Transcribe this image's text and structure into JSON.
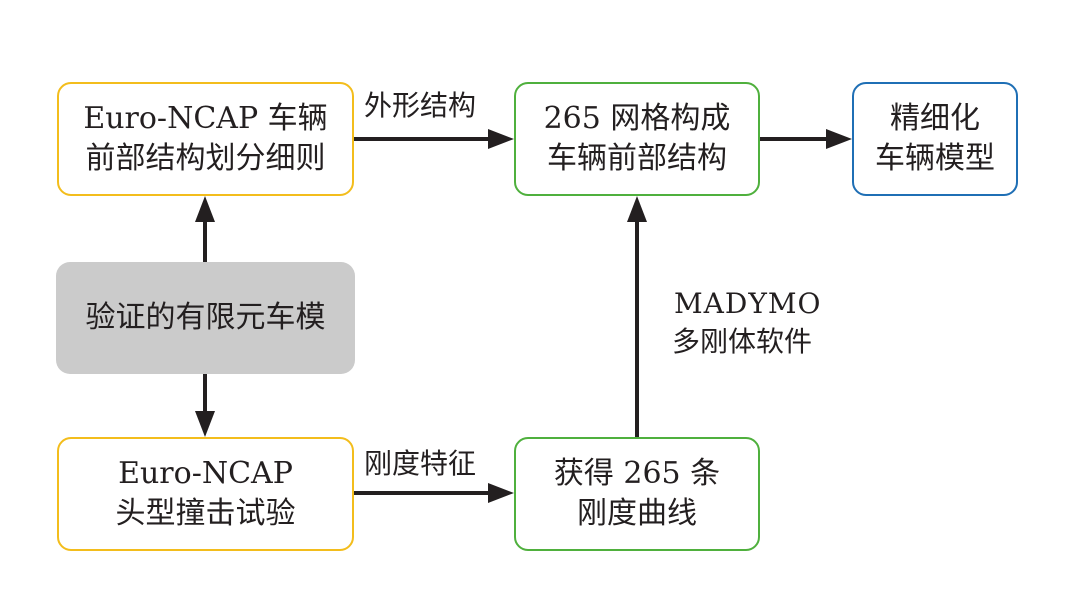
{
  "nodes": {
    "euro_ncap_rules": {
      "lines": [
        "Euro-NCAP 车辆",
        "前部结构划分细则"
      ],
      "color": "#f3bd1c"
    },
    "mesh_265": {
      "lines": [
        "265 网格构成",
        "车辆前部结构"
      ],
      "color": "#4fb03d"
    },
    "refined_model": {
      "lines": [
        "精细化",
        "车辆模型"
      ],
      "color": "#1f6fb5"
    },
    "validated_fe_model": {
      "lines": [
        "验证的有限元车模"
      ],
      "color": "#cbcbcb"
    },
    "headform_test": {
      "lines": [
        "Euro-NCAP",
        "头型撞击试验"
      ],
      "color": "#f3bd1c"
    },
    "stiffness_curves": {
      "lines": [
        "获得 265 条",
        "刚度曲线"
      ],
      "color": "#4fb03d"
    }
  },
  "edge_labels": {
    "shape_structure": "外形结构",
    "stiffness_feature": "刚度特征",
    "madymo_line1": "MADYMO",
    "madymo_line2": "多刚体软件"
  }
}
